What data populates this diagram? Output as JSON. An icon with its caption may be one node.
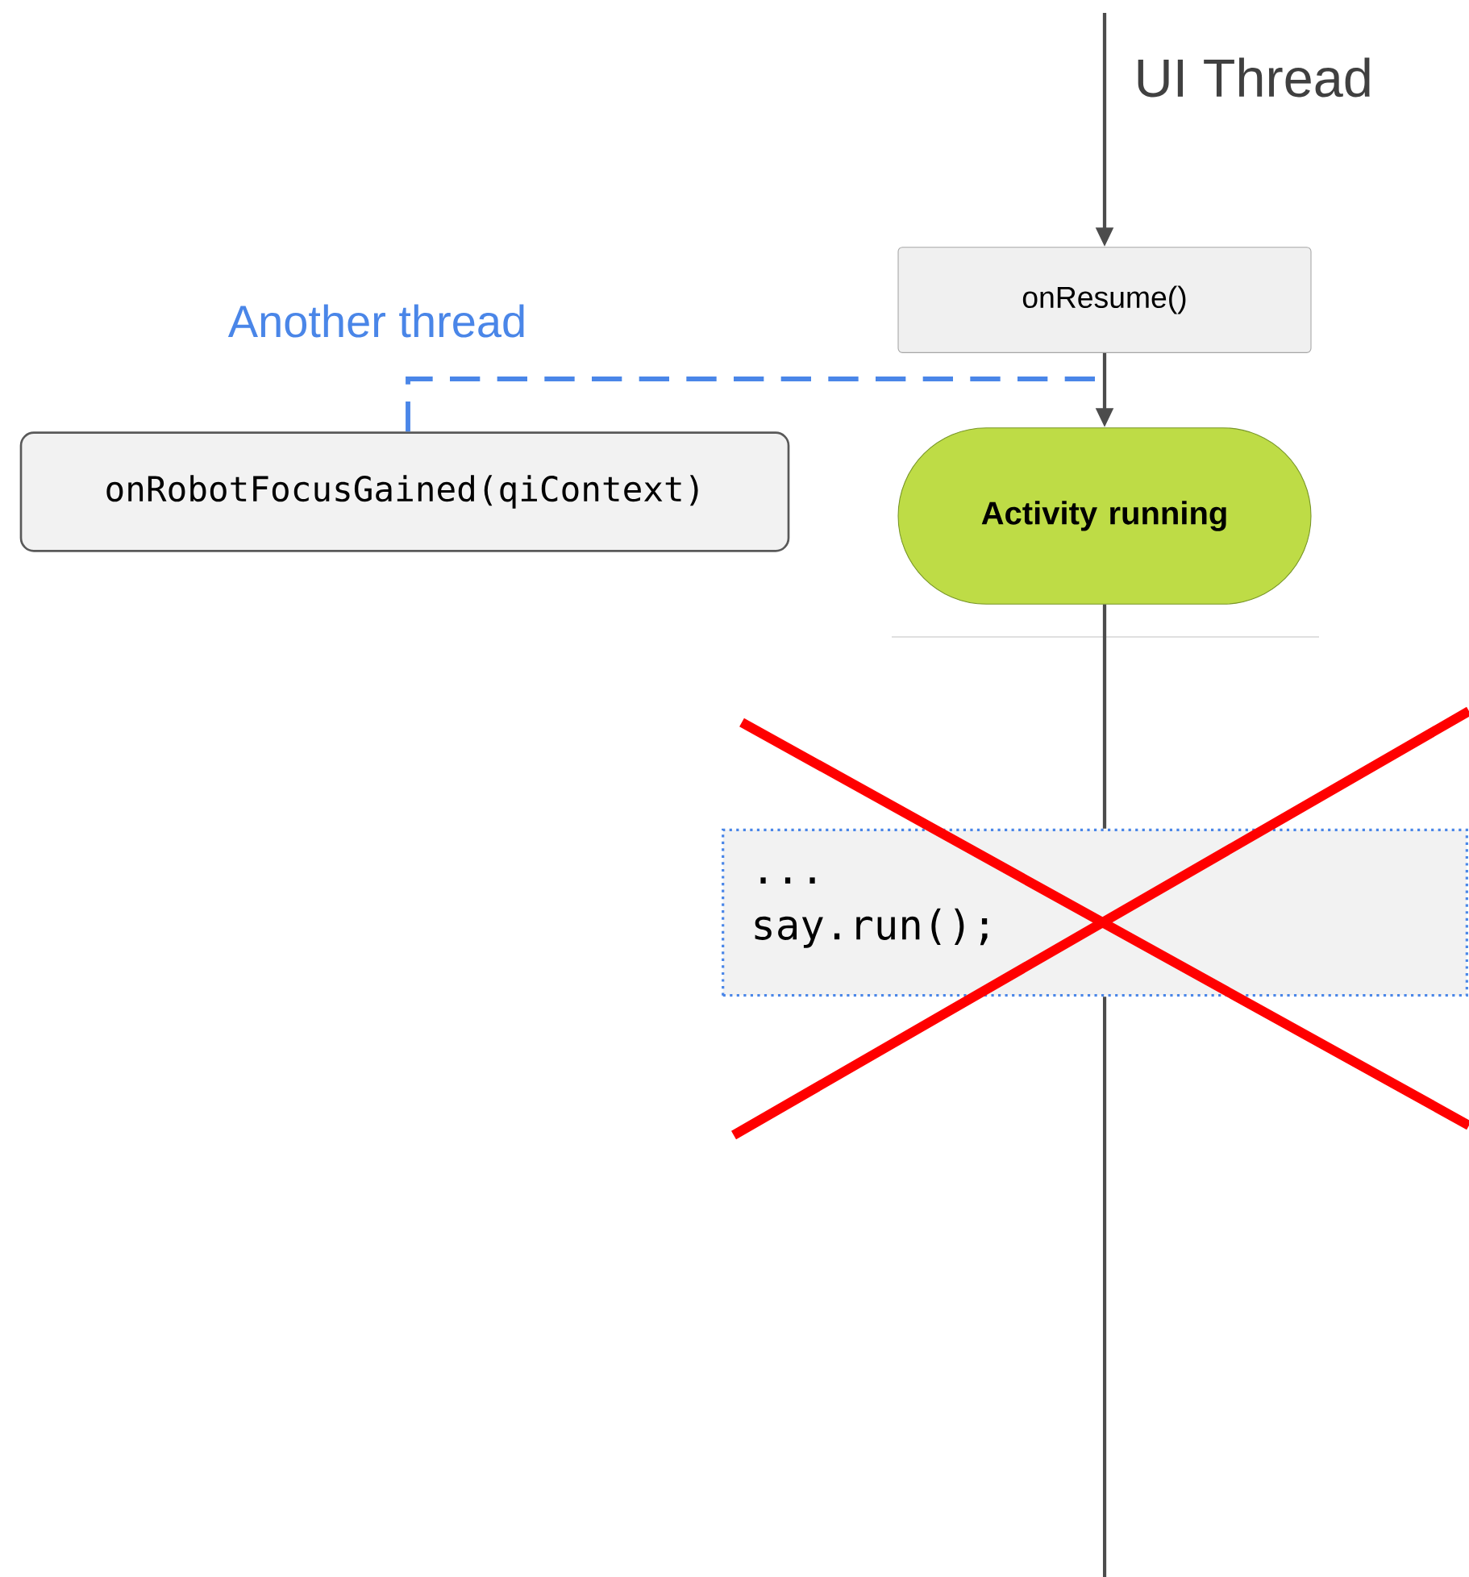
{
  "diagram": {
    "nodes": [
      {
        "text": [
          "onResume()"
        ]
      },
      {
        "text": [
          "Activity running"
        ]
      },
      {
        "text": [
          "onRobotFocusGained(qiContext)"
        ]
      },
      {
        "text": [
          "...",
          "say.run();"
        ]
      }
    ],
    "edges": [
      {
        "from": null,
        "to": 0,
        "arrow": "to"
      },
      {
        "from": 0,
        "to": 1,
        "arrow": "to"
      },
      {
        "from": 2,
        "to": null,
        "arrow": "none",
        "style": "dashed",
        "color": "#4a86e8",
        "label": "Another thread"
      },
      {
        "from": 1,
        "to": 3,
        "arrow": "none"
      },
      {
        "from": 3,
        "to": null,
        "arrow": "none"
      }
    ],
    "labels": [
      "UI Thread"
    ]
  }
}
